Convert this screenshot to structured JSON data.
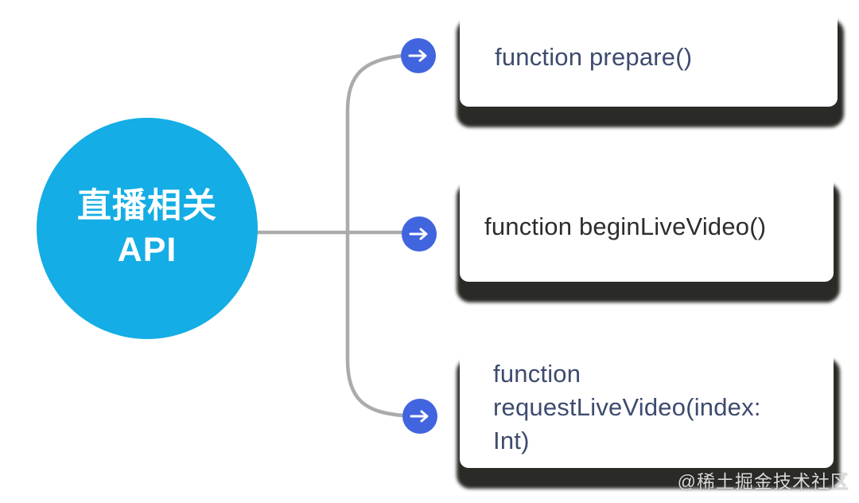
{
  "diagram": {
    "root": {
      "label_line1": "直播相关",
      "label_line2": "API"
    },
    "nodes": [
      {
        "label": "function prepare()",
        "text_color": "#3d4b6e"
      },
      {
        "label": "function beginLiveVideo()",
        "text_color": "#2d2d2d"
      },
      {
        "label": "function\nrequestLiveVideo(index:\nInt)",
        "text_color": "#3d4b6e"
      }
    ],
    "icons": {
      "arrow_badge": "arrow-right"
    },
    "colors": {
      "root_circle": "#14ade5",
      "arrow_badge": "#4164df",
      "connector": "#ababab",
      "card_shadow": "#21211d",
      "root_text": "#ffffff"
    }
  },
  "watermark": "@稀土掘金技术社区"
}
